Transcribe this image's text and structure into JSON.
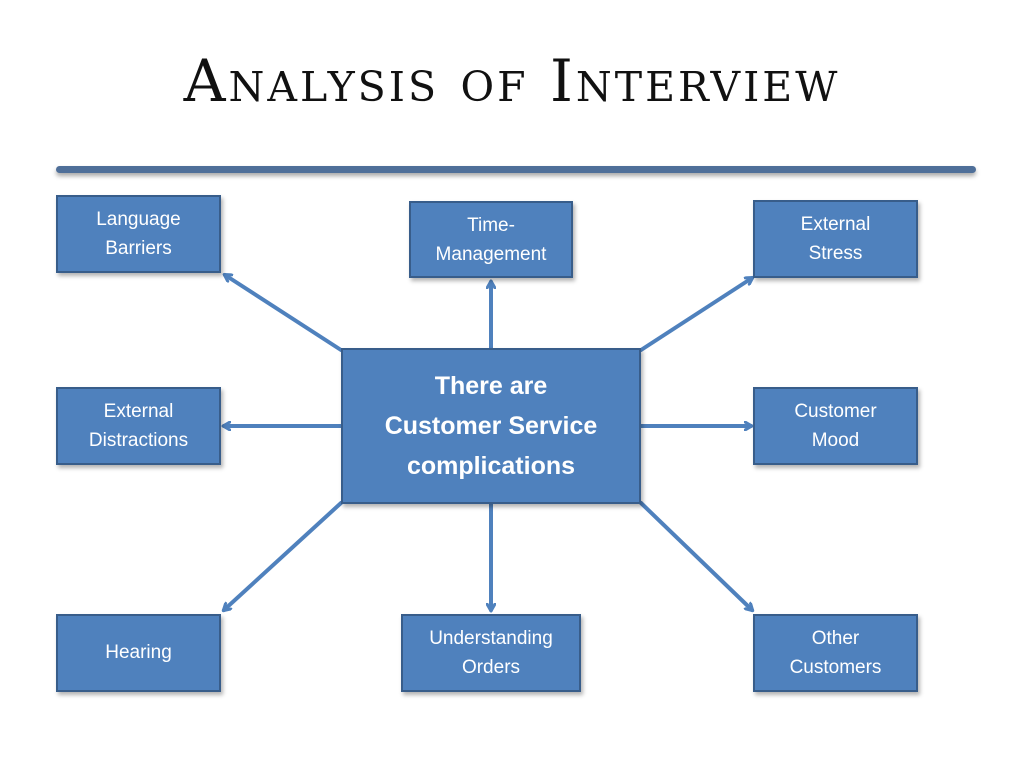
{
  "slide": {
    "title": "Analysis of Interview"
  },
  "center": {
    "label": "There are\nCustomer Service\ncomplications"
  },
  "nodes": [
    {
      "label": "Language\nBarriers"
    },
    {
      "label": "Time-\nManagement"
    },
    {
      "label": "External\nStress"
    },
    {
      "label": "External\nDistractions"
    },
    {
      "label": "Customer\nMood"
    },
    {
      "label": "Hearing"
    },
    {
      "label": "Understanding\nOrders"
    },
    {
      "label": "Other\nCustomers"
    }
  ],
  "colors": {
    "box_fill": "#4f81bd",
    "box_border": "#385d8a",
    "arrow": "#4f81bd",
    "title_rule": "#4f6f99"
  }
}
